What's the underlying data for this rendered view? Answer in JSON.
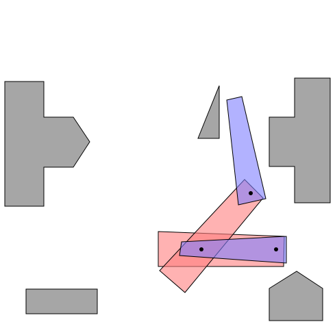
{
  "scene": {
    "background": "#ffffff",
    "obstacle_color": "#a6a6a6",
    "obstacles": [
      {
        "name": "obstacle-left-cross"
      },
      {
        "name": "obstacle-top-triangle"
      },
      {
        "name": "obstacle-right-tall"
      },
      {
        "name": "obstacle-bottom-bar"
      },
      {
        "name": "obstacle-bottom-house"
      }
    ],
    "arm_goal": {
      "color": "#ff7f7f",
      "opacity": 0.6,
      "links": [
        {
          "name": "red-link-horizontal"
        },
        {
          "name": "red-link-diagonal"
        }
      ]
    },
    "arm_current": {
      "color": "#7f7fff",
      "opacity": 0.6,
      "links": [
        {
          "name": "blue-link-horizontal"
        },
        {
          "name": "blue-link-vertical"
        }
      ]
    },
    "joint_color": "#000000",
    "joints": [
      {
        "name": "joint-base"
      },
      {
        "name": "joint-right"
      },
      {
        "name": "joint-top"
      }
    ]
  }
}
